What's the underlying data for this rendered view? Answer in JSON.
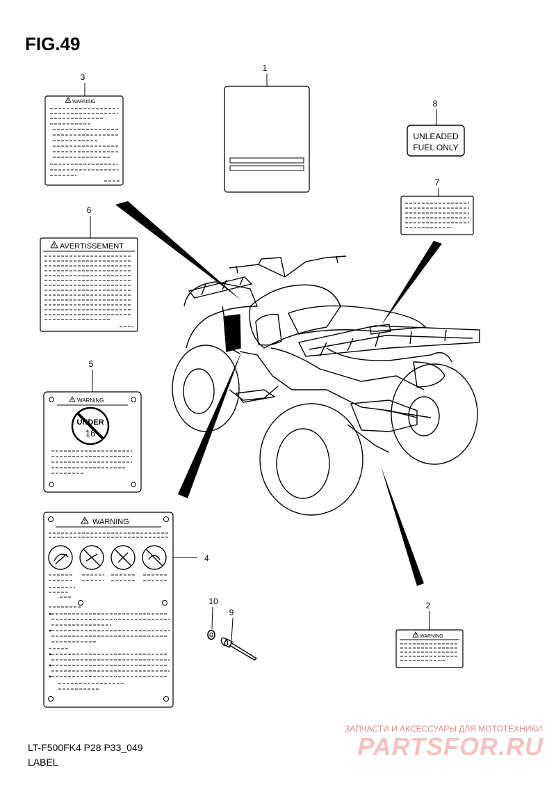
{
  "figure": {
    "title": "FIG.49",
    "code": "LT-F500FK4 P28 P33_049",
    "caption": "LABEL"
  },
  "parts": [
    {
      "number": "1"
    },
    {
      "number": "2",
      "heading": "WARNING"
    },
    {
      "number": "3",
      "heading": "WARNING"
    },
    {
      "number": "4",
      "heading": "WARNING"
    },
    {
      "number": "5",
      "heading": "WARNING",
      "badge_top": "UNDER",
      "badge_bottom": "16"
    },
    {
      "number": "6",
      "heading": "AVERTISSEMENT"
    },
    {
      "number": "7"
    },
    {
      "number": "8",
      "text_line1": "UNLEADED",
      "text_line2": "FUEL ONLY"
    },
    {
      "number": "9"
    },
    {
      "number": "10"
    }
  ],
  "watermark": {
    "tagline": "ЗАПЧАСТИ И АКСЕССУАРЫ ДЛЯ МОТОТЕХНИКИ",
    "logo": "PARTSFOR.RU"
  },
  "icons": {
    "warning": "warning-triangle-icon"
  }
}
